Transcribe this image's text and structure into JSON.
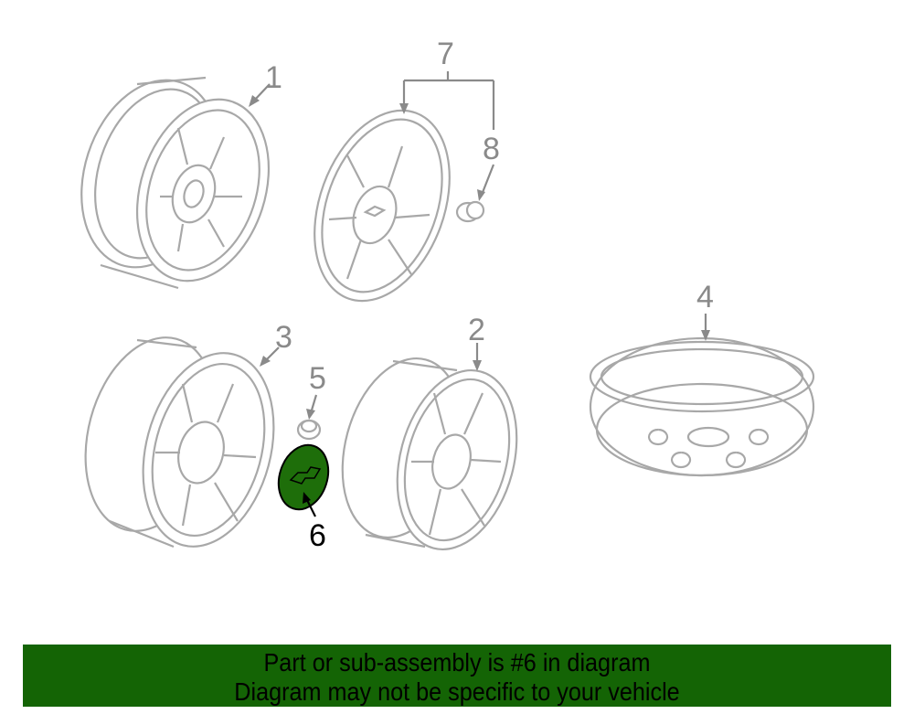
{
  "diagram": {
    "callouts": [
      {
        "id": "1",
        "label": "1"
      },
      {
        "id": "2",
        "label": "2"
      },
      {
        "id": "3",
        "label": "3"
      },
      {
        "id": "4",
        "label": "4"
      },
      {
        "id": "5",
        "label": "5"
      },
      {
        "id": "6",
        "label": "6"
      },
      {
        "id": "7",
        "label": "7"
      },
      {
        "id": "8",
        "label": "8"
      }
    ],
    "highlighted_part": "6",
    "highlight_color": "#1e6e0a"
  },
  "banner": {
    "line1": "Part or sub-assembly is #6 in diagram",
    "line2": "Diagram may not be specific to your vehicle",
    "color": "#146405"
  }
}
